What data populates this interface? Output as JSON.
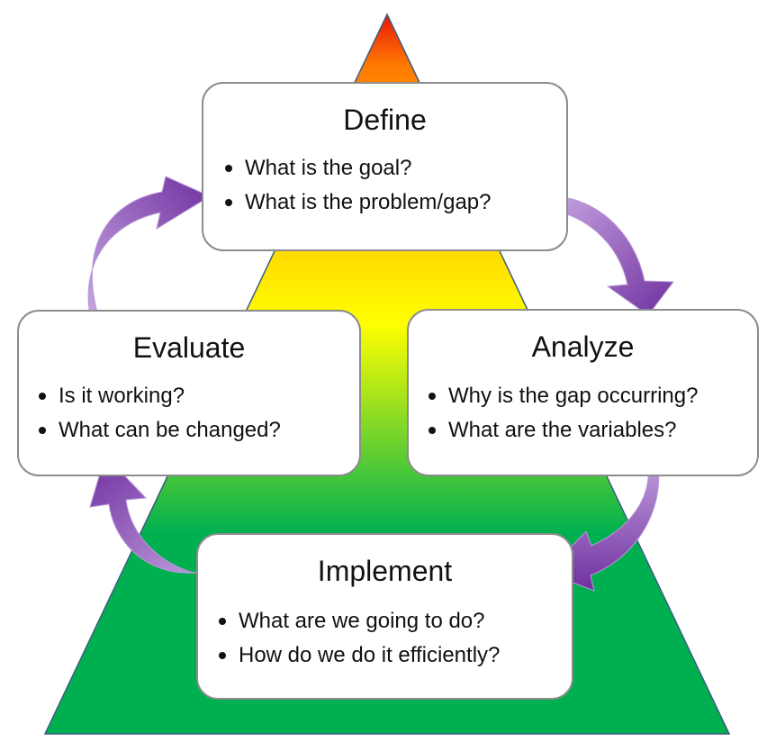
{
  "diagram": {
    "colors": {
      "pyramid_top": "#e8140a",
      "pyramid_mid": "#ffff00",
      "pyramid_bottom": "#00b050",
      "arrow_light": "#c9a9e3",
      "arrow_dark": "#7030a0",
      "card_border": "#8c8c8c"
    },
    "stages": {
      "define": {
        "title": "Define",
        "items": [
          "What is the goal?",
          "What is the problem/gap?"
        ]
      },
      "analyze": {
        "title": "Analyze",
        "items": [
          "Why is the gap occurring?",
          "What are the variables?"
        ]
      },
      "implement": {
        "title": "Implement",
        "items": [
          "What are we going to do?",
          "How do we do it efficiently?"
        ]
      },
      "evaluate": {
        "title": "Evaluate",
        "items": [
          "Is it working?",
          "What can be changed?"
        ]
      }
    },
    "arrows": [
      {
        "from": "define",
        "to": "analyze",
        "icon": "curved-arrow-icon"
      },
      {
        "from": "analyze",
        "to": "implement",
        "icon": "curved-arrow-icon"
      },
      {
        "from": "implement",
        "to": "evaluate",
        "icon": "curved-arrow-icon"
      },
      {
        "from": "evaluate",
        "to": "define",
        "icon": "curved-arrow-icon"
      }
    ]
  }
}
